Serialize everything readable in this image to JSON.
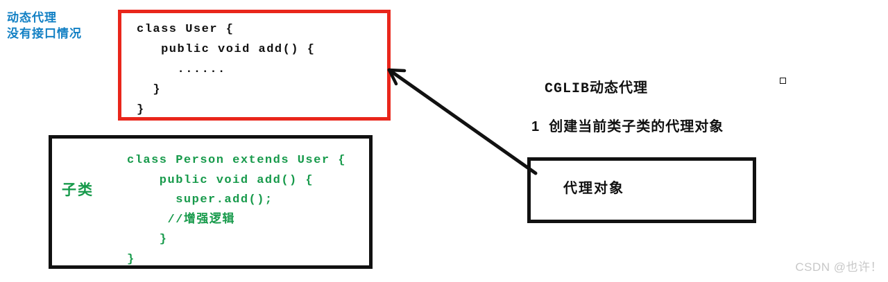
{
  "colors": {
    "blue": "#1280c4",
    "red": "#e9261b",
    "green": "#179a4b",
    "ink": "#111111",
    "watermark": "#c8c8c8"
  },
  "header": {
    "line1": "动态代理",
    "line2": "没有接口情况"
  },
  "user_box": {
    "code": [
      "class User {",
      "   public void add() {",
      "     ......",
      "  }",
      "}"
    ]
  },
  "subclass_box": {
    "label": "子类",
    "code": [
      "class Person extends User {",
      "    public void add() {",
      "      super.add();",
      "     //增强逻辑",
      "    }",
      "}"
    ]
  },
  "right_panel": {
    "title": "CGLIB动态代理",
    "step1": "1  创建当前类子类的代理对象",
    "proxy_box_label": "代理对象"
  },
  "watermark": "CSDN @也许！"
}
